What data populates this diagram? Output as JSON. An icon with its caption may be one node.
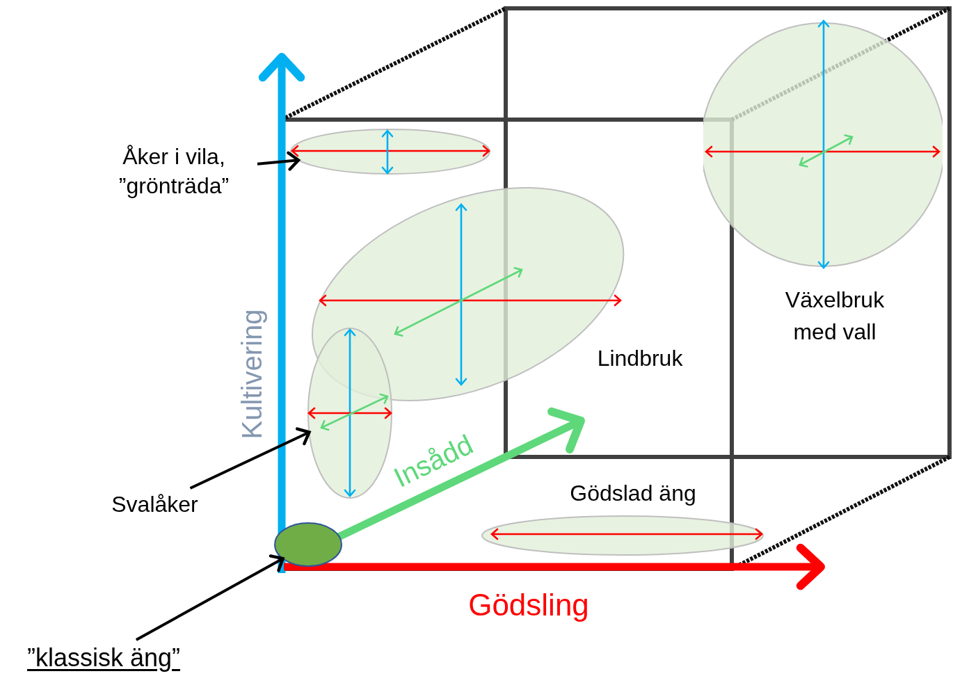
{
  "diagram": {
    "nodes": [
      {
        "text": [
          "Åker i vila, ”grönträda”"
        ]
      },
      {
        "text": [],
        "shape": "ellipse"
      },
      {
        "text": [],
        "shape": "circle",
        "beside": [
          "Växelbruk med vall"
        ]
      },
      {
        "text": [],
        "shape": "ellipse",
        "beside": [
          "Lindbruk"
        ]
      },
      {
        "text": [
          "Svalåker"
        ]
      },
      {
        "text": [],
        "shape": "ellipse"
      },
      {
        "text": [],
        "shape": "ellipse",
        "beside": [
          "Gödslad äng"
        ]
      },
      {
        "text": [
          "”klassisk äng”"
        ]
      },
      {
        "text": [],
        "shape": "ellipse"
      }
    ],
    "edges": [
      {
        "from": 0,
        "to": 1,
        "arrow": "to"
      },
      {
        "from": 4,
        "to": 5,
        "arrow": "to"
      },
      {
        "from": 7,
        "to": 8,
        "arrow": "to"
      }
    ],
    "labels": [
      "Kultivering",
      "Insådd",
      "Gödsling"
    ]
  }
}
